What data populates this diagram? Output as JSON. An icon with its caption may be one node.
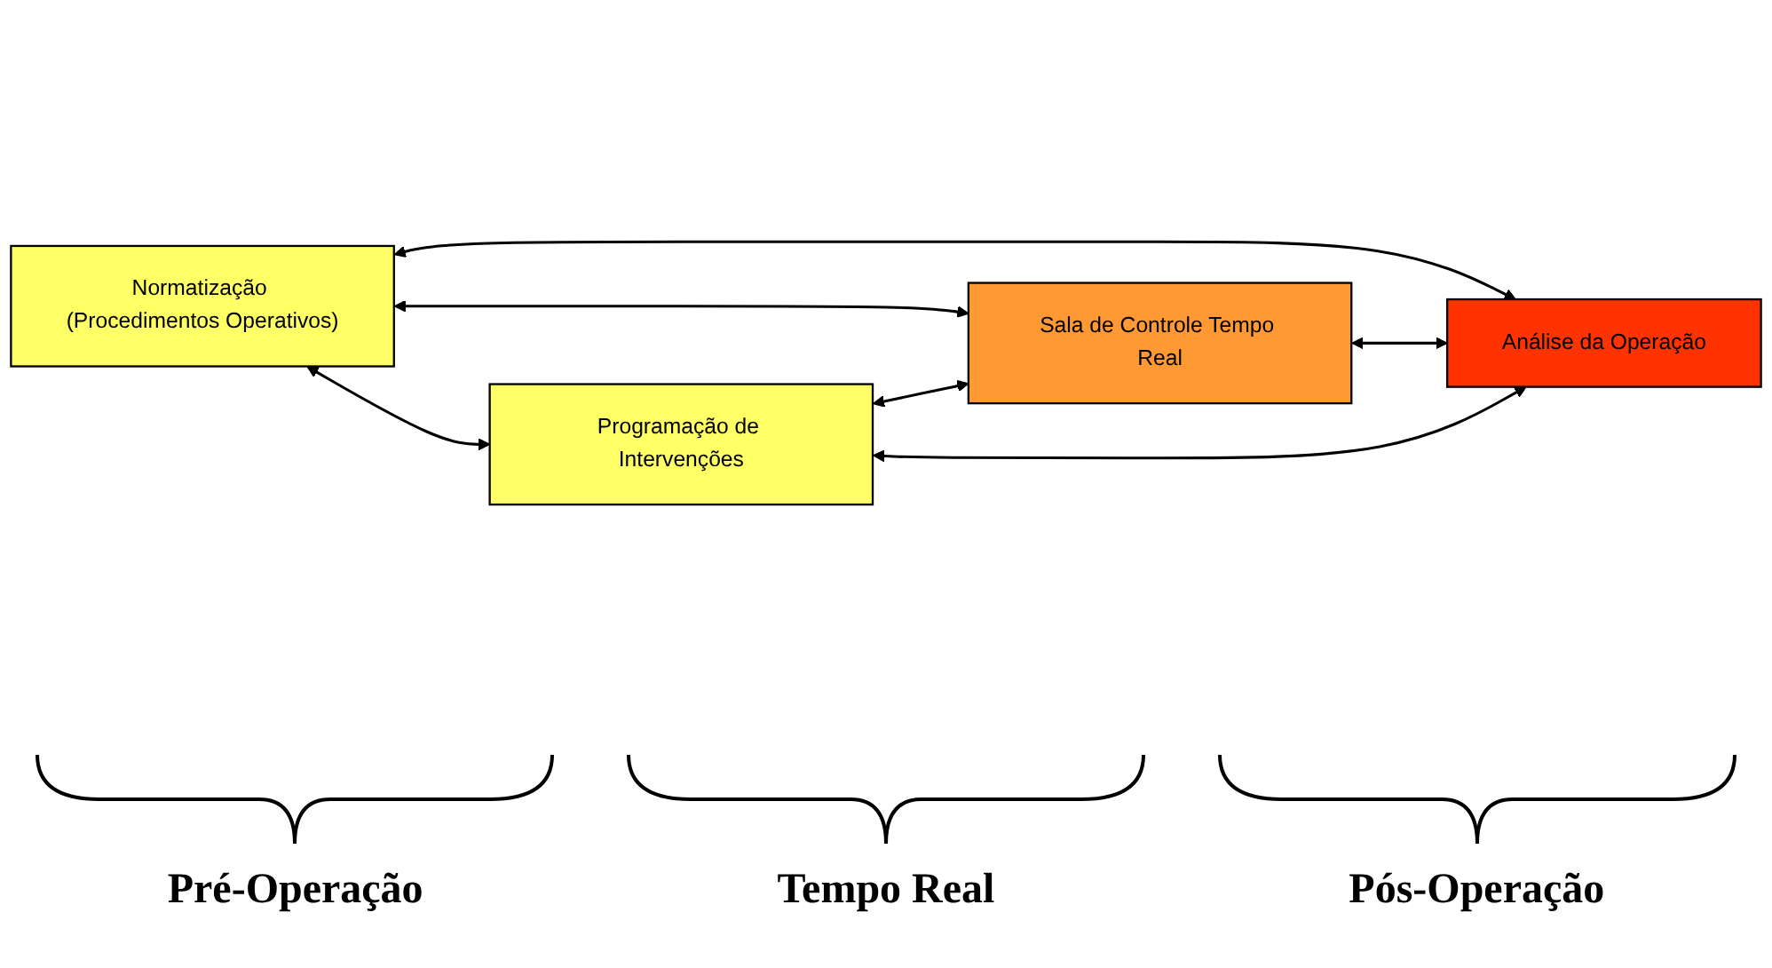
{
  "diagram": {
    "nodes": [
      {
        "text": [
          "Normatização (Procedimentos Operativos)"
        ]
      },
      {
        "text": [
          "Programação de Intervenções"
        ]
      },
      {
        "text": [
          "Sala de Controle Tempo Real"
        ]
      },
      {
        "text": [
          "Análise da Operação"
        ]
      }
    ],
    "edges": [
      {
        "from": 0,
        "to": 3,
        "arrow": "both"
      },
      {
        "from": 0,
        "to": 2,
        "arrow": "both"
      },
      {
        "from": 0,
        "to": 1,
        "arrow": "both"
      },
      {
        "from": 2,
        "to": 3,
        "arrow": "both"
      },
      {
        "from": 1,
        "to": 2,
        "arrow": "both"
      },
      {
        "from": 1,
        "to": 3,
        "arrow": "both"
      }
    ],
    "labels": [
      "Pré-Operação",
      "Tempo Real",
      "Pós-Operação"
    ]
  }
}
